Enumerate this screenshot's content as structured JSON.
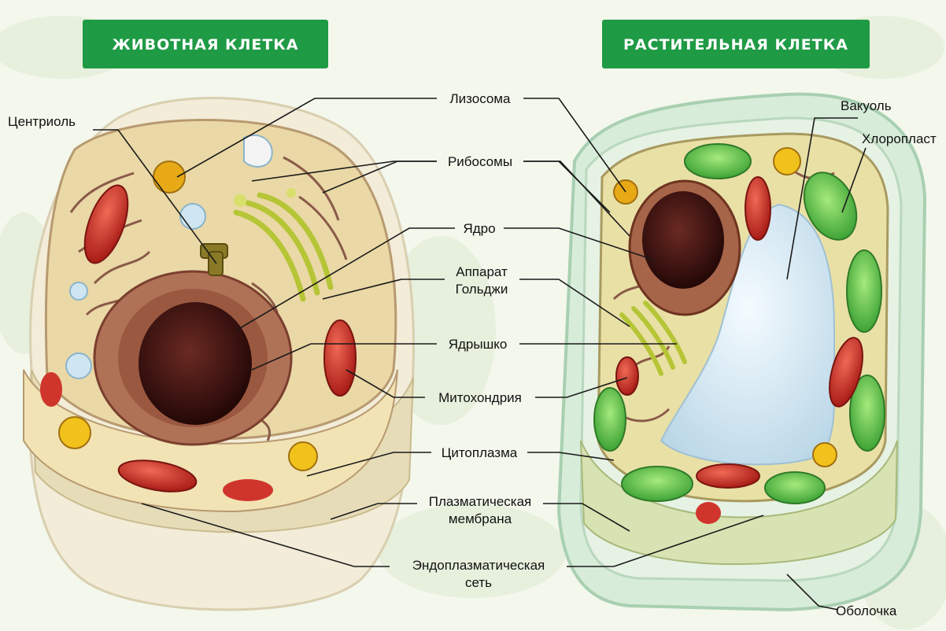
{
  "titles": {
    "animal": "ЖИВОТНАЯ КЛЕТКА",
    "plant": "РАСТИТЕЛЬНАЯ КЛЕТКА"
  },
  "labels": {
    "centriole": "Центриоль",
    "lysosome": "Лизосома",
    "ribosomes": "Рибосомы",
    "nucleus": "Ядро",
    "golgi_1": "Аппарат",
    "golgi_2": "Гольджи",
    "nucleolus": "Ядрышко",
    "mitochondrion": "Митохондрия",
    "cytoplasm": "Цитоплазма",
    "membrane_1": "Плазматическая",
    "membrane_2": "мембрана",
    "er_1": "Эндоплазматическая",
    "er_2": "сеть",
    "vacuole": "Вакуоль",
    "chloroplast": "Хлоропласт",
    "cell_wall": "Оболочка"
  },
  "colors": {
    "banner": "#1f9a45",
    "cytoplasm": "#ecdba8",
    "nucleus": "#4a1c18",
    "mitochondria": "#c9322b",
    "chloroplast": "#6cc84a",
    "vacuole": "#d6e8f2",
    "golgi": "#c9d84c"
  }
}
